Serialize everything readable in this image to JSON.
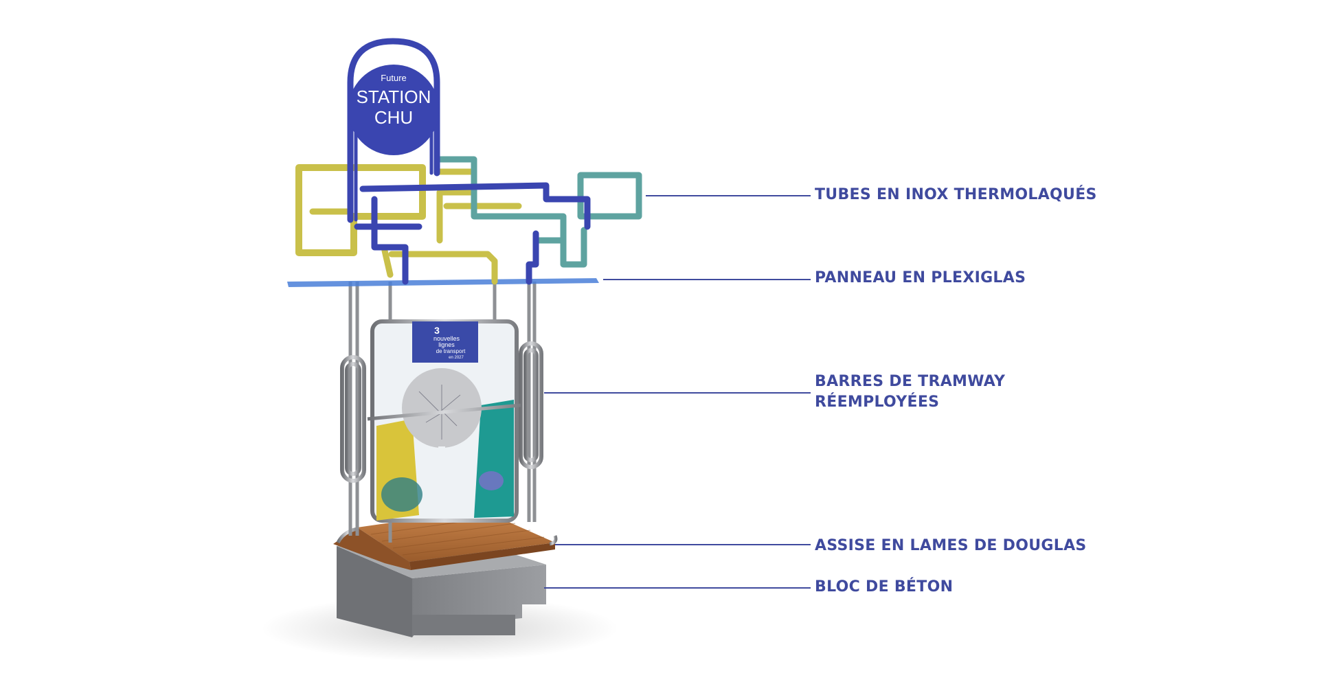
{
  "sign": {
    "small_text": "Future",
    "line1": "STATION",
    "line2": "CHU"
  },
  "poster": {
    "number": "3",
    "line1": "nouvelles",
    "line2": "lignes",
    "line3": "de transport",
    "line4": "en 2027"
  },
  "callouts": {
    "tubes": "TUBES EN INOX THERMOLAQUÉS",
    "plexiglas": "PANNEAU EN PLEXIGLAS",
    "barres_line1": "BARRES DE TRAMWAY",
    "barres_line2": "RÉEMPLOYÉES",
    "assise": "ASSISE EN LAMES DE DOUGLAS",
    "bloc": "BLOC DE BÉTON"
  },
  "colors": {
    "label": "#3f4a9e",
    "blue_tube": "#3a45b0",
    "yellow_tube": "#c9c04a",
    "teal_tube": "#5ea3a0",
    "steel": "#9a9ca0",
    "wood": "#b0703a",
    "concrete": "#8a8c90",
    "plexiglas": "#4a7fd8"
  }
}
